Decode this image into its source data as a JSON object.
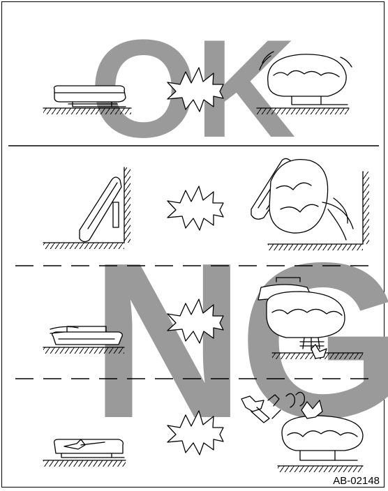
{
  "figure": {
    "ok_label": "OK",
    "ng_label": "NG",
    "code": "AB-02148"
  },
  "colors": {
    "watermark": "#9a9a9a",
    "ink": "#000000",
    "background": "#ffffff"
  }
}
